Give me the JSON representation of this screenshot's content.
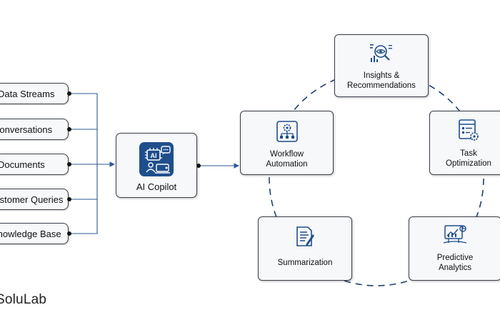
{
  "inputs": [
    {
      "label": "Data Streams"
    },
    {
      "label": "Conversations"
    },
    {
      "label": "Documents"
    },
    {
      "label": "Customer Queries"
    },
    {
      "label": "Knowledge Base"
    }
  ],
  "center": {
    "label": "AI Copilot",
    "icon": "ai-chip-icon"
  },
  "cycle": [
    {
      "label": "Insights &\nRecommendations",
      "icon": "insights-icon"
    },
    {
      "label": "Task\nOptimization",
      "icon": "task-checklist-gear-icon"
    },
    {
      "label": "Predictive\nAnalytics",
      "icon": "chart-icon"
    },
    {
      "label": "Summarization",
      "icon": "document-pen-icon"
    },
    {
      "label": "Workflow\nAutomation",
      "icon": "workflow-gear-icon"
    }
  ],
  "watermark": {
    "text": "SoluLab"
  },
  "colors": {
    "accent": "#1f4e8c",
    "arrow": "#2d5a94",
    "border": "#3a3f47"
  }
}
